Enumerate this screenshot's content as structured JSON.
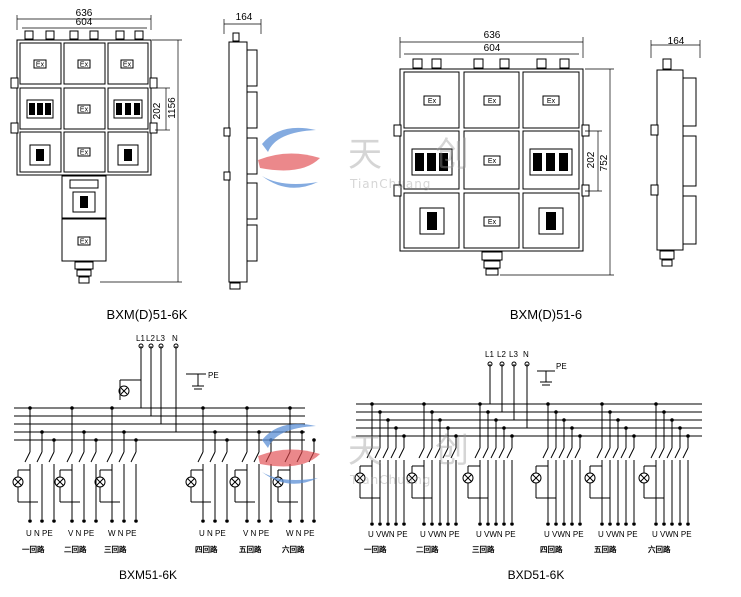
{
  "drawings": {
    "bxmd_6k": {
      "caption": "BXM(D)51-6K",
      "width_outer": "636",
      "width_inner": "604",
      "side_width": "164",
      "height_module": "202",
      "height_total": "1156",
      "ex_label": "Ex"
    },
    "bxmd_6": {
      "caption": "BXM(D)51-6",
      "width_outer": "636",
      "width_inner": "604",
      "side_width": "164",
      "height_module": "202",
      "height_total": "752",
      "ex_label": "Ex"
    }
  },
  "schematics": {
    "bxm": {
      "caption": "BXM51-6K",
      "bus": [
        "L1",
        "L2",
        "L3",
        "N"
      ],
      "pe": "PE",
      "circuits": [
        {
          "terminals": "U  N PE",
          "name": "一回路"
        },
        {
          "terminals": "V  N PE",
          "name": "二回路"
        },
        {
          "terminals": "W  N PE",
          "name": "三回路"
        },
        {
          "terminals": "U  N PE",
          "name": "四回路"
        },
        {
          "terminals": "V  N PE",
          "name": "五回路"
        },
        {
          "terminals": "W  N PE",
          "name": "六回路"
        }
      ]
    },
    "bxd": {
      "caption": "BXD51-6K",
      "bus": [
        "L1",
        "L2",
        "L3",
        "N"
      ],
      "pe": "PE",
      "circuits": [
        {
          "terminals": "U VWN PE",
          "name": "一回路"
        },
        {
          "terminals": "U VWN PE",
          "name": "二回路"
        },
        {
          "terminals": "U VWN PE",
          "name": "三回路"
        },
        {
          "terminals": "U VWN PE",
          "name": "四回路"
        },
        {
          "terminals": "U VWN PE",
          "name": "五回路"
        },
        {
          "terminals": "U VWN PE",
          "name": "六回路"
        }
      ]
    }
  },
  "watermark": {
    "text_cn_1": "天",
    "text_cn_2": "创",
    "text_en": "TianChuang",
    "logo_colors": [
      "#5b8fd6",
      "#e0454a"
    ]
  }
}
